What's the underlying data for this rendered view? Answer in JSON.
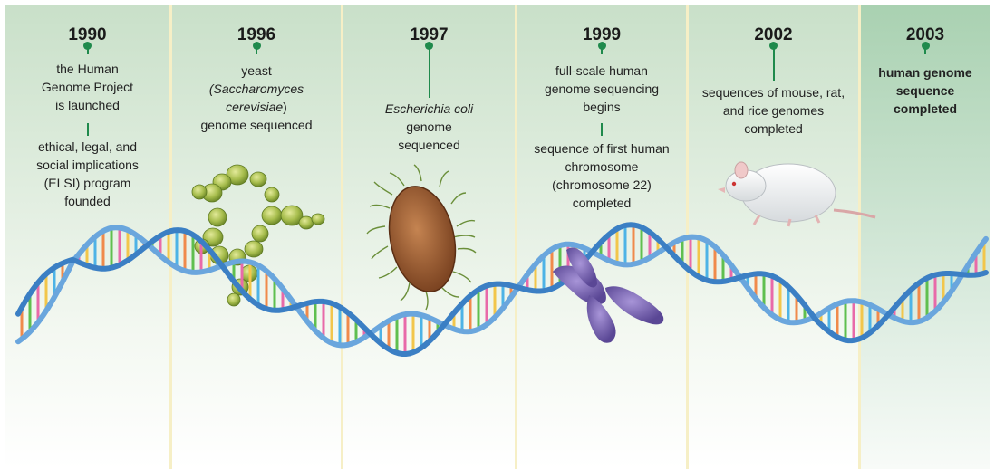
{
  "timeline": [
    {
      "year": "1990",
      "events": [
        "the Human Genome Project is launched",
        "ethical, legal, and social implications (ELSI) program founded"
      ]
    },
    {
      "year": "1996",
      "event_line1": "yeast",
      "event_italic1": "(Saccharomyces",
      "event_italic2": "cerevisiae",
      "event_close": ")",
      "event_line3": "genome sequenced"
    },
    {
      "year": "1997",
      "event_italic": "Escherichia coli",
      "event_line2": "genome",
      "event_line3": "sequenced"
    },
    {
      "year": "1999",
      "events": [
        "full-scale human genome sequencing begins",
        "sequence of first human chromosome (chromosome 22) completed"
      ]
    },
    {
      "year": "2002",
      "events": [
        "sequences of mouse, rat, and rice genomes completed"
      ]
    },
    {
      "year": "2003",
      "events": [
        "human genome sequence completed"
      ]
    }
  ],
  "colors": {
    "column_top": "#c7dfc8",
    "column_bottom": "#ffffff",
    "highlight_top": "#a9d1b1",
    "connector": "#1f8a4c",
    "helix": "#4a8ed0"
  },
  "illustrations": [
    "dna-double-helix",
    "yeast-cells",
    "e-coli-bacterium",
    "human-chromosome",
    "white-rat"
  ]
}
